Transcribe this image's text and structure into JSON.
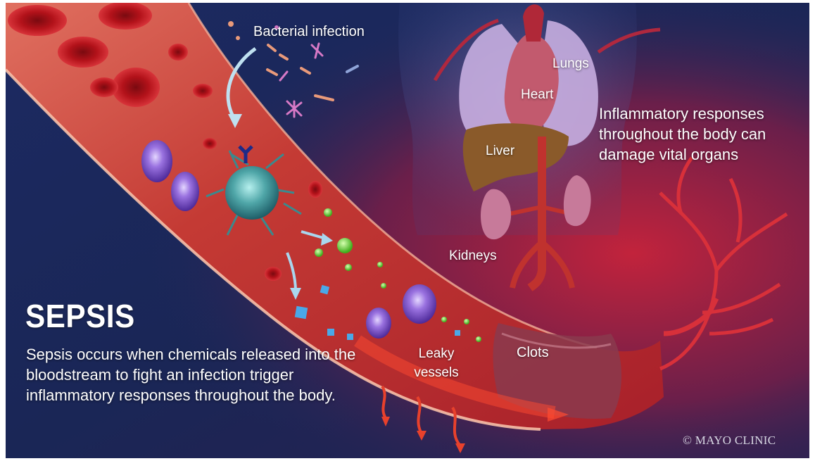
{
  "title": "SEPSIS",
  "description": "Sepsis occurs when chemicals released into the bloodstream to fight an infection trigger inflammatory responses throughout the body.",
  "labels": {
    "bacterial_infection": "Bacterial infection",
    "lungs": "Lungs",
    "heart": "Heart",
    "liver": "Liver",
    "kidneys": "Kidneys",
    "inflammatory": "Inflammatory responses throughout the body can damage vital organs",
    "leaky_vessels": "Leaky vessels",
    "clots": "Clots"
  },
  "copyright": "© MAYO CLINIC",
  "colors": {
    "background_dark": "#1a2656",
    "background_red": "#a3203a",
    "vessel": "#c0322e",
    "blood_cell": "#b3121a",
    "white_cell": "#7d52c8",
    "immune_cell": "#4fa6a8",
    "chemical_green": "#62d33c",
    "chemical_blue": "#4aa8e8",
    "liver": "#8a5a2a",
    "lungs": "#c6aee0",
    "kidneys": "#c77a9a"
  }
}
